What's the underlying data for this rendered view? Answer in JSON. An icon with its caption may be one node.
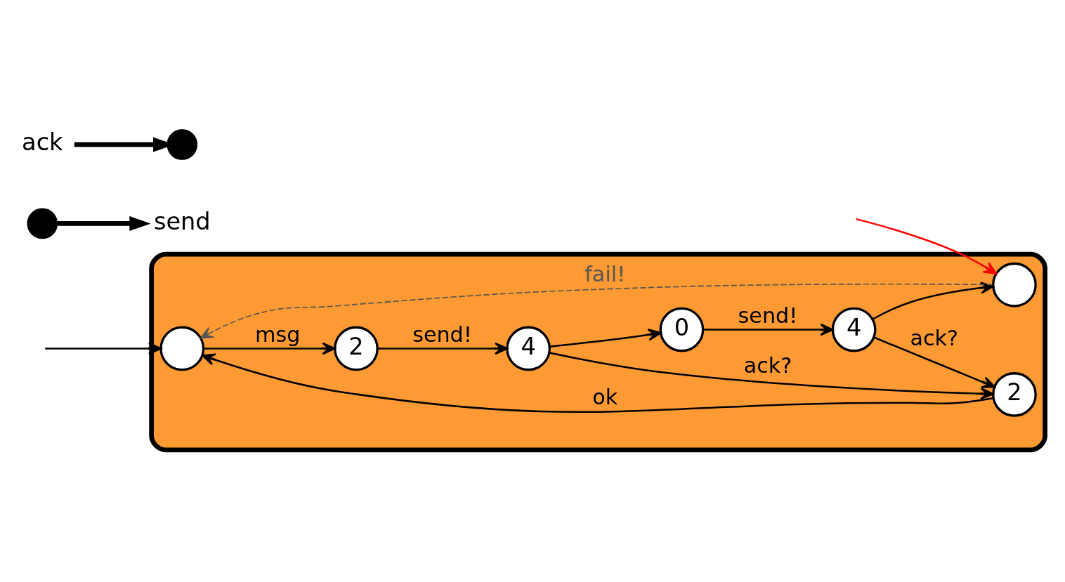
{
  "diagram": {
    "nodes": [
      {
        "text": [],
        "shape": "box"
      },
      {
        "text": [],
        "shape": "circle",
        "in": 0
      },
      {
        "text": [
          "2"
        ],
        "in": 0
      },
      {
        "text": [
          "4"
        ],
        "in": 0
      },
      {
        "text": [
          "2"
        ],
        "in": 0
      },
      {
        "text": [
          "0"
        ],
        "in": 0
      },
      {
        "text": [
          "4"
        ],
        "in": 0
      },
      {
        "text": [],
        "shape": "circle",
        "in": 0
      },
      {
        "text": [],
        "shape": "circle"
      },
      {
        "text": [
          "send"
        ]
      },
      {
        "text": [],
        "shape": "circle"
      },
      {
        "text": [
          "ack"
        ]
      }
    ],
    "edges": [
      {
        "from": null,
        "to": 1,
        "arrow": "to"
      },
      {
        "from": 1,
        "to": 2,
        "arrow": "to",
        "label": "msg"
      },
      {
        "from": 2,
        "to": 3,
        "arrow": "to",
        "label": "send!"
      },
      {
        "from": 3,
        "to": 4,
        "arrow": "to",
        "label": "ack?"
      },
      {
        "from": 3,
        "to": 5,
        "arrow": "to"
      },
      {
        "from": 5,
        "to": 6,
        "arrow": "to",
        "label": "send!"
      },
      {
        "from": 6,
        "to": 4,
        "arrow": "to",
        "label": "ack?"
      },
      {
        "from": 4,
        "to": 1,
        "arrow": "to",
        "label": "ok"
      },
      {
        "from": 6,
        "to": 7,
        "arrow": "to"
      },
      {
        "from": 7,
        "to": 1,
        "arrow": "to",
        "label": "fail!",
        "style": "dashed",
        "color": "#555555"
      },
      {
        "from": null,
        "to": 7,
        "arrow": "to",
        "color": "#ff0000"
      },
      {
        "from": 8,
        "to": 9,
        "arrow": "to",
        "style": "thick"
      },
      {
        "from": 11,
        "to": 10,
        "arrow": "to",
        "style": "thick"
      }
    ]
  }
}
